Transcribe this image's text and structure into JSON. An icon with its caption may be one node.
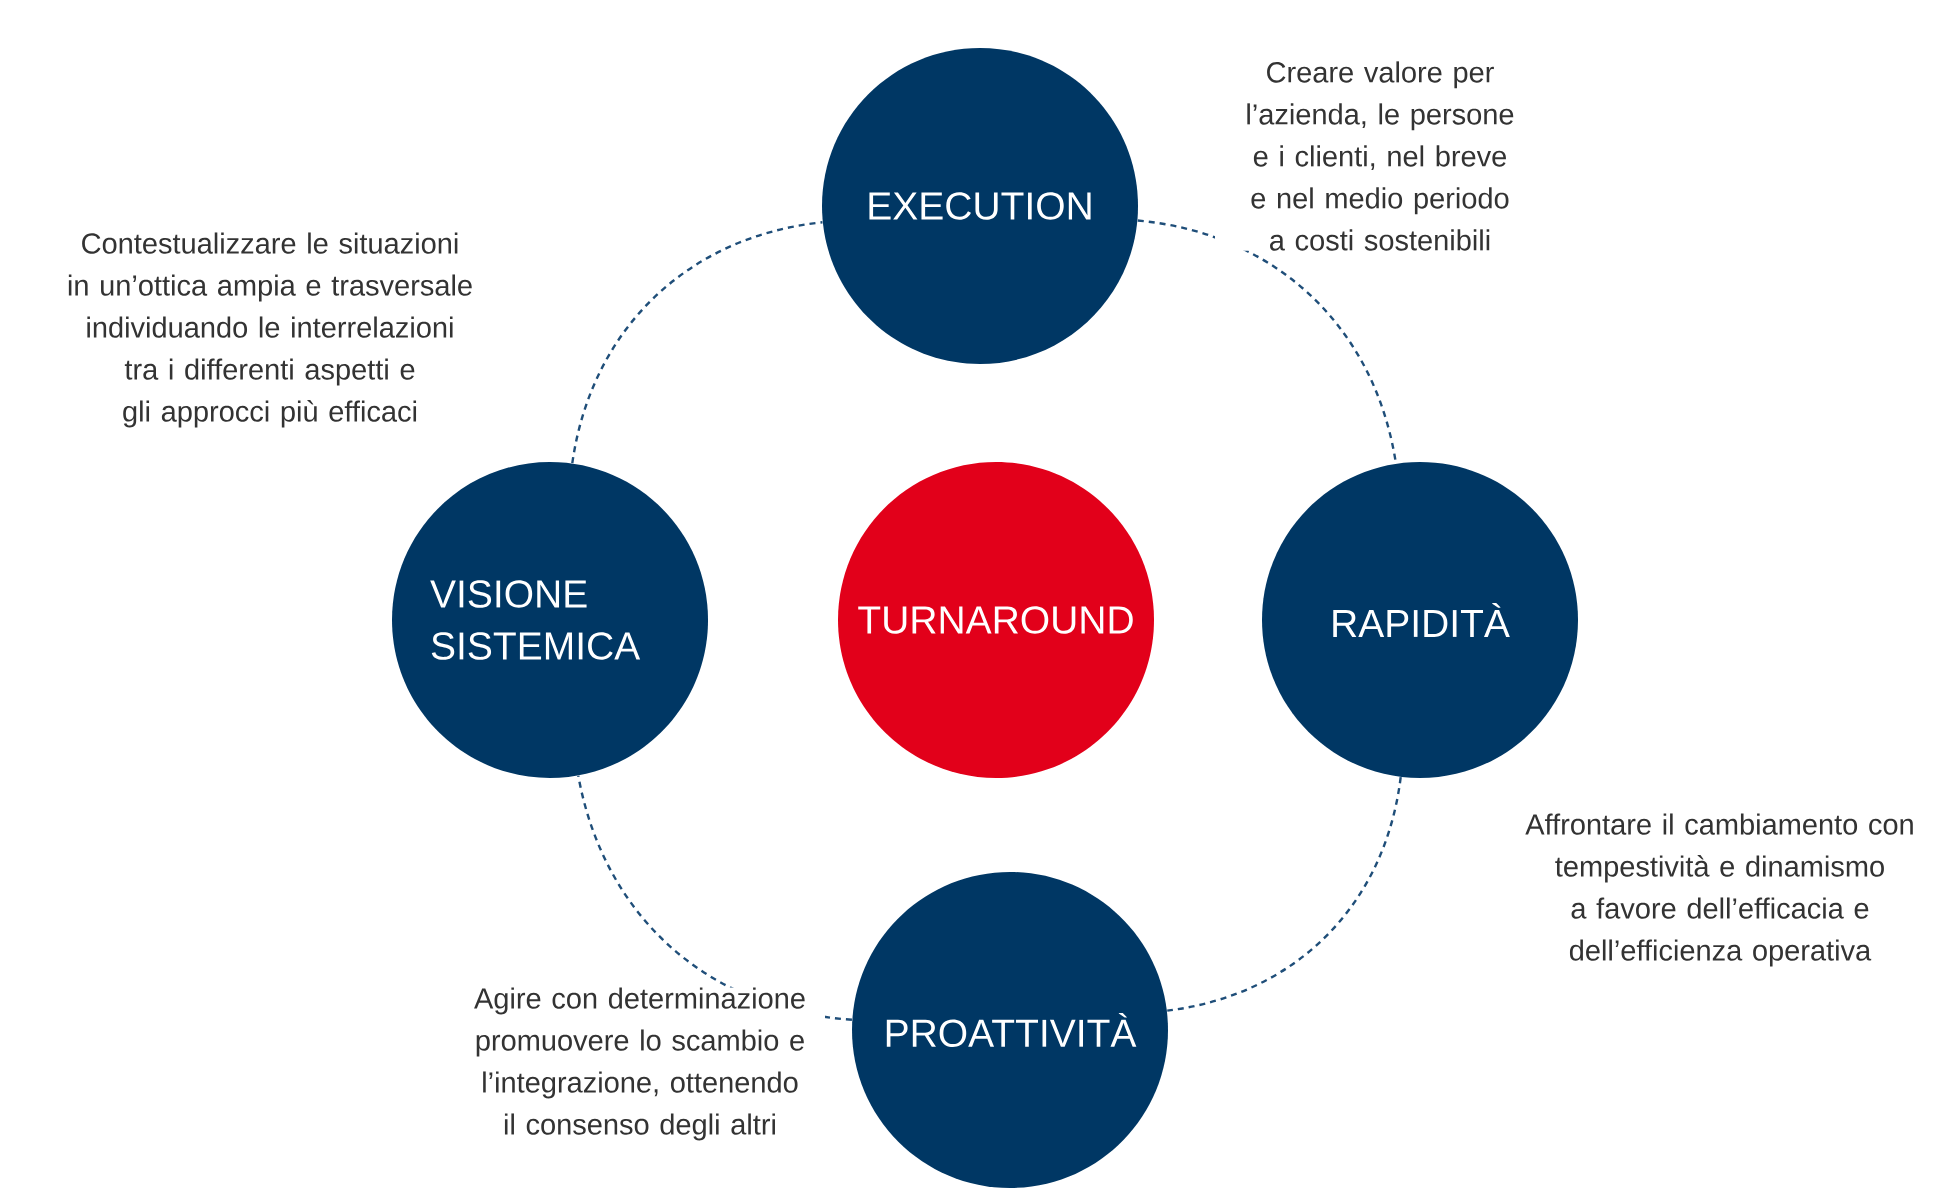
{
  "diagram": {
    "nodes": [
      {
        "text": [
          "EXECUTION"
        ],
        "beside": [
          "Creare valore per l’azienda, le persone e i clienti, nel breve e nel medio periodo a costi sostenibili"
        ]
      },
      {
        "text": [
          "VISIONE SISTEMICA"
        ],
        "beside": [
          "Contestualizzare le situazioni in un’ottica ampia e trasversale individuando le interrelazioni tra i differenti aspetti e gli approcci più efficaci"
        ]
      },
      {
        "text": [
          "TURNAROUND"
        ]
      },
      {
        "text": [
          "RAPIDITÀ"
        ],
        "beside": [
          "Affrontare il cambiamento con tempestività e dinamismo a favore dell’efficacia e dell’efficienza operativa"
        ]
      },
      {
        "text": [
          "PROATTIVITÀ"
        ],
        "beside": [
          "Agire con determinazione promuovere lo scambio e l’integrazione, ottenendo il consenso degli altri"
        ]
      }
    ],
    "edges": [
      {
        "from": 0,
        "to": 3,
        "arrow": "none",
        "style": "dashed"
      },
      {
        "from": 3,
        "to": 4,
        "arrow": "none",
        "style": "dashed"
      },
      {
        "from": 4,
        "to": 1,
        "arrow": "none",
        "style": "dashed"
      },
      {
        "from": 1,
        "to": 0,
        "arrow": "none",
        "style": "dashed"
      }
    ]
  }
}
